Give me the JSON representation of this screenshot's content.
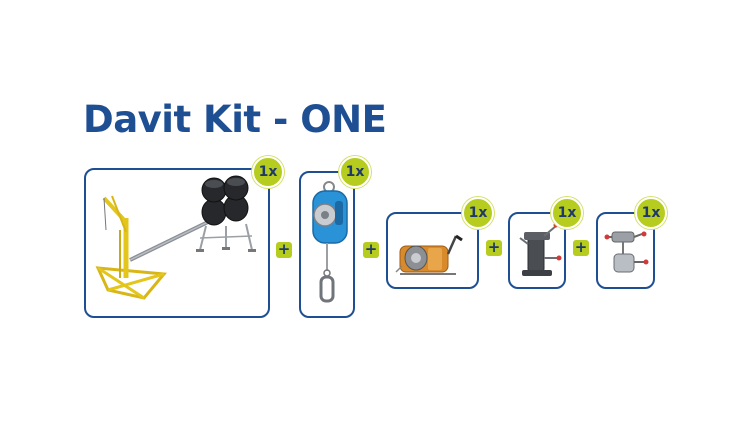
{
  "title": "Davit Kit - ONE",
  "colors": {
    "brand_blue": "#1f4f93",
    "accent_green": "#b6cc1f",
    "davit_yellow": "#e3c51b",
    "winch_orange": "#d98a2a",
    "srl_blue": "#2a92d6"
  },
  "products": [
    {
      "icon": "davit-crane-icon",
      "quantity": "1x"
    },
    {
      "icon": "self-retracting-lifeline-icon",
      "quantity": "1x"
    },
    {
      "icon": "rescue-winch-icon",
      "quantity": "1x"
    },
    {
      "icon": "mounting-bracket-icon",
      "quantity": "1x"
    },
    {
      "icon": "winch-adapter-icon",
      "quantity": "1x"
    }
  ],
  "separator": "+"
}
